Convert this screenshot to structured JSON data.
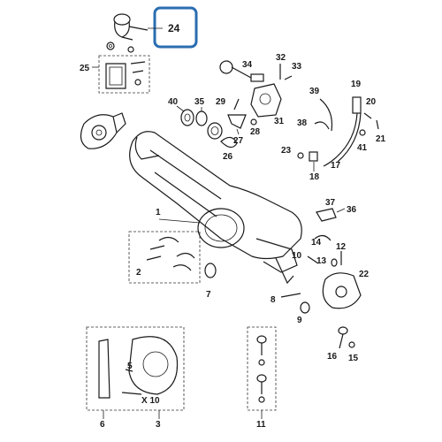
{
  "highlight": {
    "label": "24",
    "color": "#2a6db0"
  },
  "callouts": {
    "c1": "1",
    "c2": "2",
    "c3": "3",
    "c5": "5",
    "c6": "6",
    "c7": "7",
    "c8": "8",
    "c9": "9",
    "c10": "10",
    "c11": "11",
    "c12": "12",
    "c13": "13",
    "c14": "14",
    "c15": "15",
    "c16": "16",
    "c17": "17",
    "c18": "18",
    "c19": "19",
    "c20": "20",
    "c21": "21",
    "c22": "22",
    "c23": "23",
    "c25": "25",
    "c26": "26",
    "c27": "27",
    "c28": "28",
    "c29": "29",
    "c31": "31",
    "c32": "32",
    "c33": "33",
    "c34": "34",
    "c35": "35",
    "c36": "36",
    "c37": "37",
    "c38": "38",
    "c39": "39",
    "c40": "40",
    "c41": "41",
    "x10": "X 10"
  }
}
